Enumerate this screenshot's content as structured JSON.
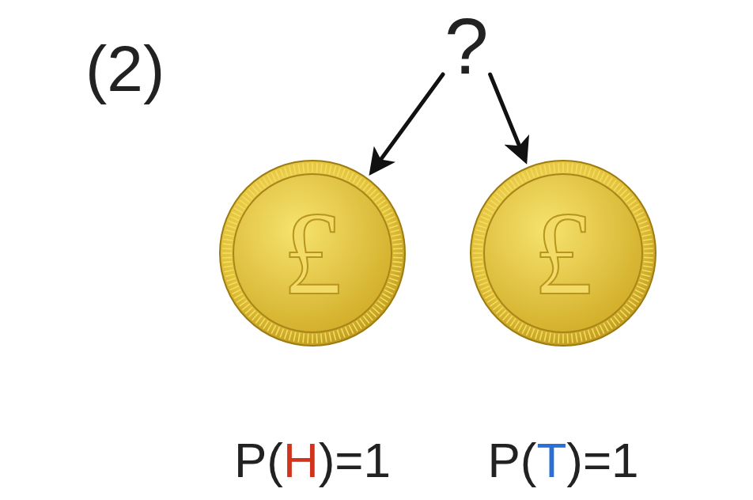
{
  "diagram": {
    "nodes": [
      {
        "text": [
          "?"
        ]
      },
      {
        "text": [
          "£",
          "P(H)=1"
        ]
      },
      {
        "text": [
          "£",
          "P(T)=1"
        ]
      }
    ],
    "edges": [
      {
        "from": 0,
        "to": 1,
        "arrow": "to"
      },
      {
        "from": 0,
        "to": 2,
        "arrow": "to"
      }
    ],
    "labels": [
      "(2)"
    ]
  }
}
